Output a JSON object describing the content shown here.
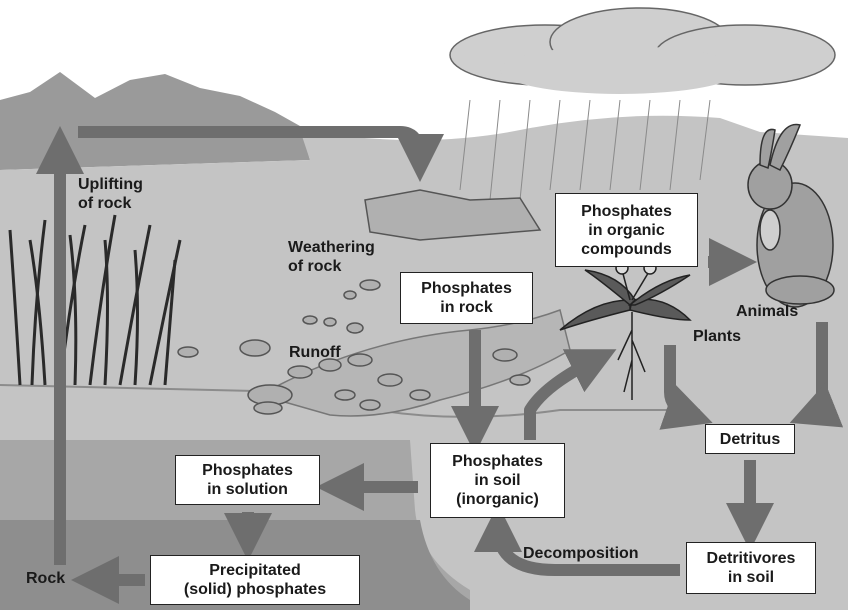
{
  "colors": {
    "sky": "#ffffff",
    "mountain": "#9a9a9a",
    "ground": "#c4c4c4",
    "water": "#a7a7a7",
    "deep_water": "#8e8e8e",
    "arrow": "#6e6e6e",
    "cloud": "#cfcfcf",
    "rabbit": "#a0a0a0"
  },
  "icons": {
    "cloud": "cloud-icon",
    "rain": "rain-icon",
    "grass": "grass-icon",
    "plant": "plant-icon",
    "rabbit": "rabbit-icon"
  },
  "labels": {
    "uplifting": "Uplifting\nof rock",
    "weathering": "Weathering\nof rock",
    "runoff": "Runoff",
    "plants": "Plants",
    "animals": "Animals",
    "rock": "Rock",
    "decomposition": "Decomposition"
  },
  "boxes": {
    "rock_phosphates": "Phosphates\nin rock",
    "organic": "Phosphates\nin organic\ncompounds",
    "soil": "Phosphates\nin soil\n(inorganic)",
    "solution": "Phosphates\nin solution",
    "precipitated": "Precipitated\n(solid) phosphates",
    "detritus": "Detritus",
    "detritivores": "Detritivores\nin soil"
  }
}
